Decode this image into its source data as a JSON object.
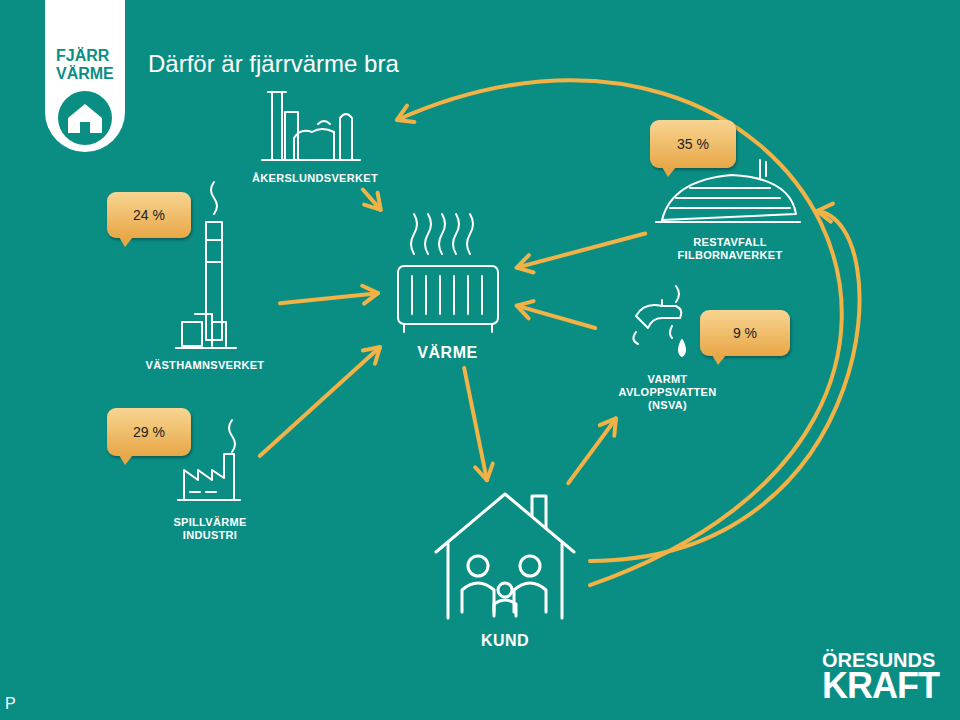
{
  "diagram": {
    "title": "Därför är fjärrvärme bra",
    "nodes": [
      {
        "text": [
          "ÅKERSLUNDSVERKET"
        ]
      },
      {
        "text": [
          "35 %"
        ]
      },
      {
        "text": [
          "24 %"
        ]
      },
      {
        "text": [
          "RESTAVFALL FILBORNAVERKET"
        ]
      },
      {
        "text": [
          "VÄSTHAMNSVERKET"
        ]
      },
      {
        "text": [
          "VÄRME"
        ]
      },
      {
        "text": [
          "9 %"
        ]
      },
      {
        "text": [
          "VARMT AVLOPPSVATTEN (NSVA)"
        ]
      },
      {
        "text": [
          "29 %"
        ]
      },
      {
        "text": [
          "SPILLVÄRME INDUSTRI"
        ]
      },
      {
        "text": [
          "KUND"
        ]
      }
    ],
    "edges": [
      {
        "from": 0,
        "to": 5,
        "arrow": "to"
      },
      {
        "from": 3,
        "to": 5,
        "arrow": "to"
      },
      {
        "from": 4,
        "to": 5,
        "arrow": "to"
      },
      {
        "from": 7,
        "to": 5,
        "arrow": "to"
      },
      {
        "from": 9,
        "to": 5,
        "arrow": "to"
      },
      {
        "from": 5,
        "to": 10,
        "arrow": "to"
      },
      {
        "from": 10,
        "to": 7,
        "arrow": "to"
      },
      {
        "from": 10,
        "to": 3,
        "arrow": "to"
      },
      {
        "from": 10,
        "to": 0,
        "arrow": "to"
      }
    ],
    "labels": [
      "FJÄRR",
      "VÄRME",
      "ÖRESUNDS",
      "KRAFT",
      "P"
    ]
  }
}
